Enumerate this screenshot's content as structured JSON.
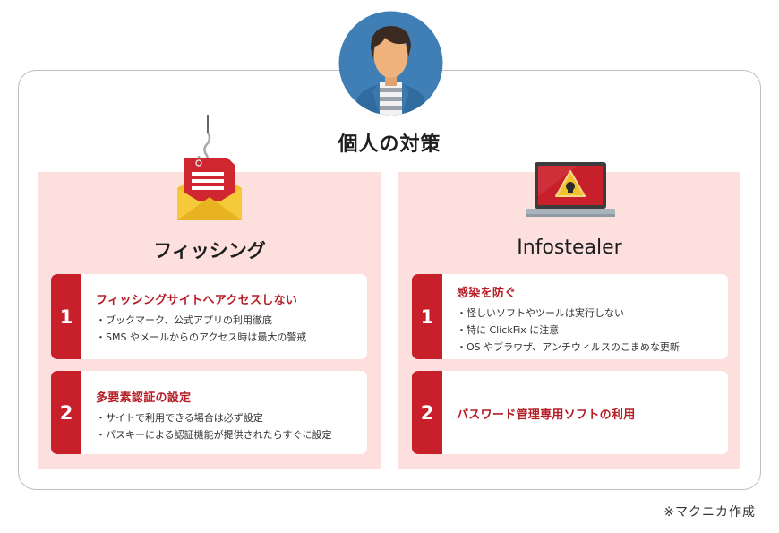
{
  "title": "個人の対策",
  "avatar": {
    "icon": "person-avatar-icon",
    "bg_color": "#3f7fb5"
  },
  "colors": {
    "accent_red": "#c8202a",
    "heading_red": "#b51d26",
    "panel_pink": "#fde0de",
    "frame_border": "#b9c0c6"
  },
  "panels": [
    {
      "title": "フィッシング",
      "icon": "phishing-envelope-hook-icon",
      "cards": [
        {
          "number": "1",
          "heading": "フィッシングサイトへアクセスしない",
          "bullets": [
            "ブックマーク、公式アプリの利用徹底",
            "SMS やメールからのアクセス時は最大の警戒"
          ]
        },
        {
          "number": "2",
          "heading": "多要素認証の設定",
          "bullets": [
            "サイトで利用できる場合は必ず設定",
            "パスキーによる認証機能が提供されたらすぐに設定"
          ]
        }
      ]
    },
    {
      "title": "Infostealer",
      "icon": "laptop-skull-warning-icon",
      "cards": [
        {
          "number": "1",
          "heading": "感染を防ぐ",
          "bullets": [
            "怪しいソフトやツールは実行しない",
            "特に ClickFix に注意",
            "OS やブラウザ、アンチウィルスのこまめな更新"
          ]
        },
        {
          "number": "2",
          "heading": "パスワード管理専用ソフトの利用",
          "bullets": []
        }
      ]
    }
  ],
  "credit": "※マクニカ作成"
}
